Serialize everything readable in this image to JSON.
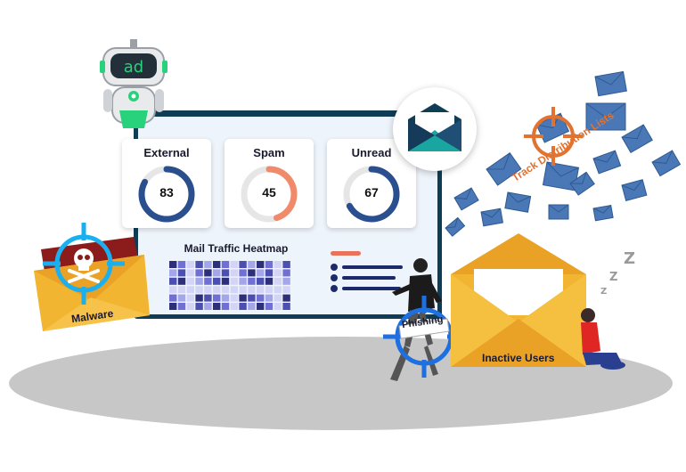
{
  "dashboard": {
    "cards": [
      {
        "title": "External",
        "value": "83",
        "percent": 83,
        "color": "#2a4f8f",
        "gradient_start": "#1aa6a0"
      },
      {
        "title": "Spam",
        "value": "45",
        "percent": 45,
        "color": "#f08a6b",
        "gradient_start": "#f08a6b"
      },
      {
        "title": "Unread",
        "value": "67",
        "percent": 67,
        "color": "#2a4f8f",
        "gradient_start": "#1aa6a0"
      }
    ],
    "heatmap_title": "Mail Traffic Heatmap"
  },
  "labels": {
    "track": "Track Distribution Lists",
    "malware": "Malware",
    "phishing": "Phishing",
    "inactive": "Inactive Users",
    "zs": [
      "Z",
      "Z",
      "Z"
    ]
  },
  "robot": {
    "face_text": "ad"
  },
  "colors": {
    "navy": "#0f3d55",
    "envelope_blue": "#4a78b6",
    "envelope_gold": "#f2b531",
    "target_blue": "#1e6fe0",
    "target_orange": "#e2722f",
    "skull_red": "#8c1c1c"
  },
  "icons": [
    "robot-icon",
    "mail-icon",
    "skull-icon",
    "crosshair-icon",
    "envelope-icon",
    "hacker-icon",
    "sitting-user-icon"
  ]
}
